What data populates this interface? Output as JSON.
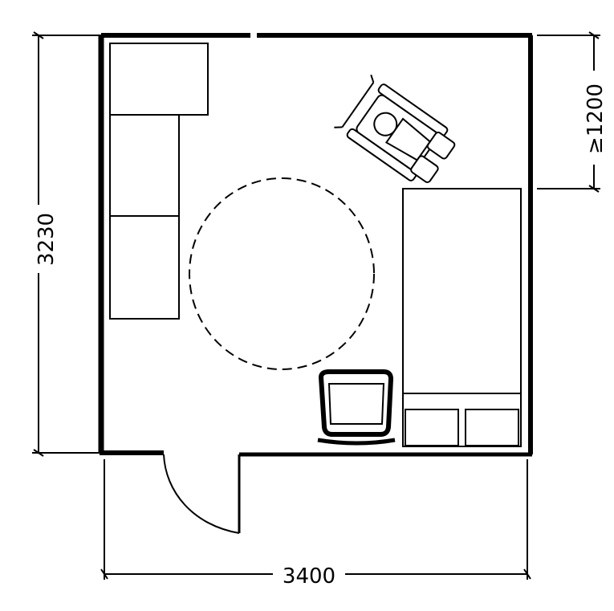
{
  "dimensions": {
    "width_label": "3400",
    "height_label": "3230",
    "clearance_label": "≥1200"
  },
  "colors": {
    "ink": "#000000",
    "paper": "#ffffff"
  },
  "elements": {
    "wall": "room-wall",
    "door": "door-swing",
    "wardrobe": "wardrobe",
    "turning_circle": "wheelchair-turning-circle",
    "wheelchair": "wheelchair-user-icon",
    "bed": "bed",
    "chair": "chair"
  }
}
